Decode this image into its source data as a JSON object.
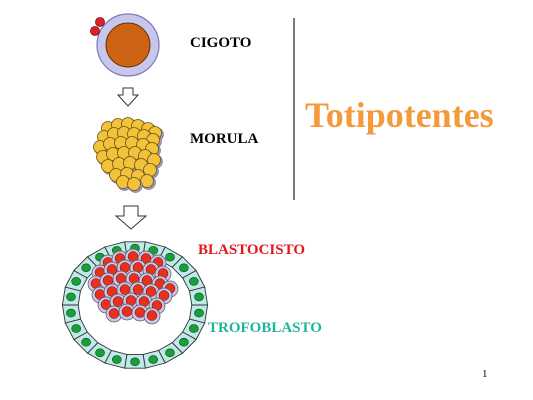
{
  "labels": {
    "cigoto": "CIGOTO",
    "morula": "MORULA",
    "blastocisto": "BLASTOCISTO",
    "trofoblasto": "TROFOBLASTO",
    "totipotentes": "Totipotentes",
    "page_number": "1"
  },
  "colors": {
    "zygote_outer": "#c9c6ee",
    "zygote_inner": "#cc6414",
    "polar_body": "#d8232a",
    "morula_cell": "#f2c23a",
    "trophoblast_cell": "#bfeae8",
    "trophoblast_nucleus": "#1a9e3a",
    "icm_cell": "#c9c6ee",
    "icm_nucleus": "#e8301e",
    "cigoto_text": "#000000",
    "blastocisto_text": "#e3161d",
    "trofoblasto_text": "#1fb59a",
    "totipotentes_text": "#f39a3a"
  }
}
